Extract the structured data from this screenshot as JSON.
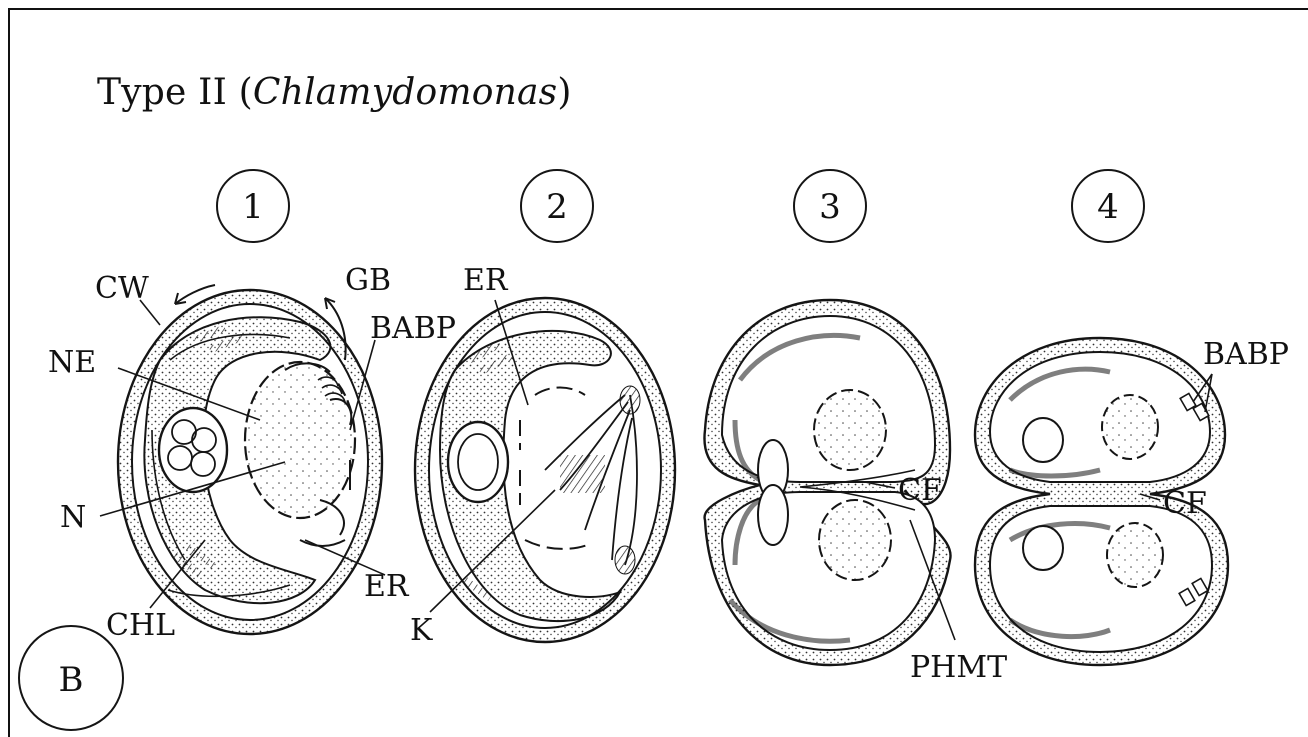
{
  "title": {
    "prefix": "Type II (",
    "italic": "Chlamydomonas",
    "suffix": ")"
  },
  "panel_letter": "B",
  "stages": [
    {
      "number": "1"
    },
    {
      "number": "2"
    },
    {
      "number": "3"
    },
    {
      "number": "4"
    }
  ],
  "labels": {
    "cw": "CW",
    "gb": "GB",
    "babp1": "BABP",
    "ne": "NE",
    "n": "N",
    "chl": "CHL",
    "er1": "ER",
    "k": "K",
    "er2": "ER",
    "cf3": "CF",
    "phmt": "PHMT",
    "babp4": "BABP",
    "cf4": "CF"
  }
}
